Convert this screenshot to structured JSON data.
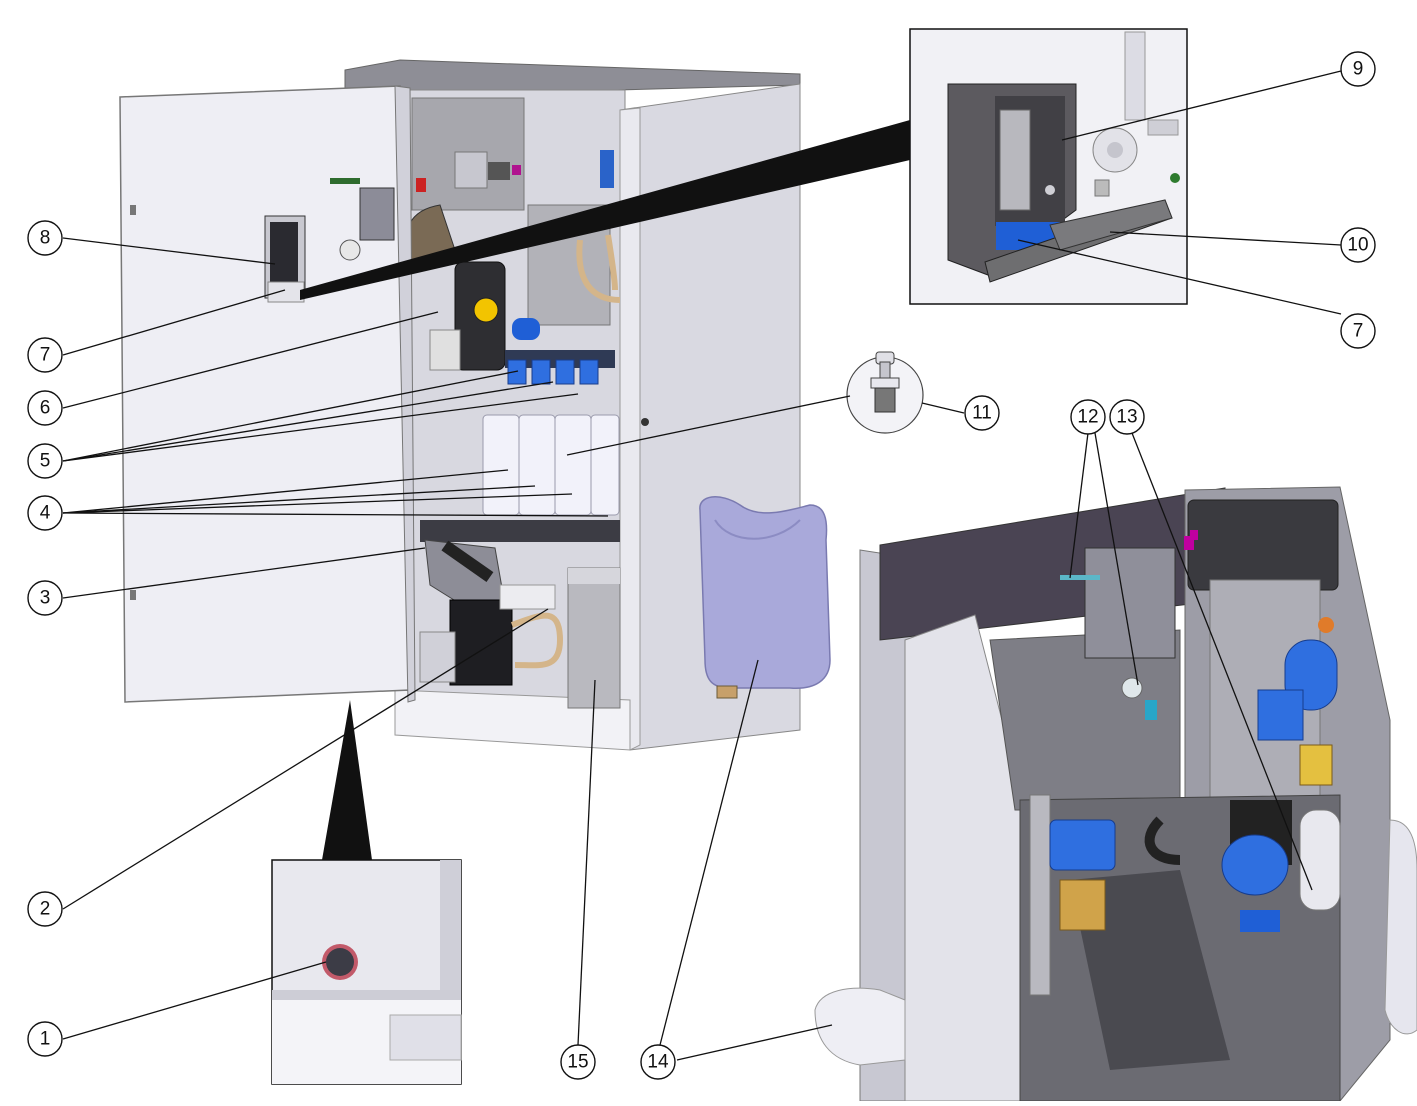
{
  "diagram": {
    "callouts": [
      {
        "id": "c8",
        "label": "8"
      },
      {
        "id": "c7a",
        "label": "7"
      },
      {
        "id": "c6",
        "label": "6"
      },
      {
        "id": "c5",
        "label": "5"
      },
      {
        "id": "c4",
        "label": "4"
      },
      {
        "id": "c3",
        "label": "3"
      },
      {
        "id": "c2",
        "label": "2"
      },
      {
        "id": "c1",
        "label": "1"
      },
      {
        "id": "c15",
        "label": "15"
      },
      {
        "id": "c14",
        "label": "14"
      },
      {
        "id": "c11",
        "label": "11"
      },
      {
        "id": "c12",
        "label": "12"
      },
      {
        "id": "c13",
        "label": "13"
      },
      {
        "id": "c9",
        "label": "9"
      },
      {
        "id": "c10",
        "label": "10"
      },
      {
        "id": "c7b",
        "label": "7"
      }
    ],
    "colors": {
      "cabinet_light": "#e4e4ec",
      "cabinet_mid": "#c9c9d3",
      "cabinet_dark": "#8e8e96",
      "panel_dark": "#5c5a5f",
      "gray_block": "#6e6e70",
      "blue_accent": "#1f5fd6",
      "lavender": "#a9a9da",
      "yellow": "#f2c400",
      "tan_hose": "#d4b58a",
      "magenta": "#c000a0",
      "red": "#d81b1b"
    }
  }
}
